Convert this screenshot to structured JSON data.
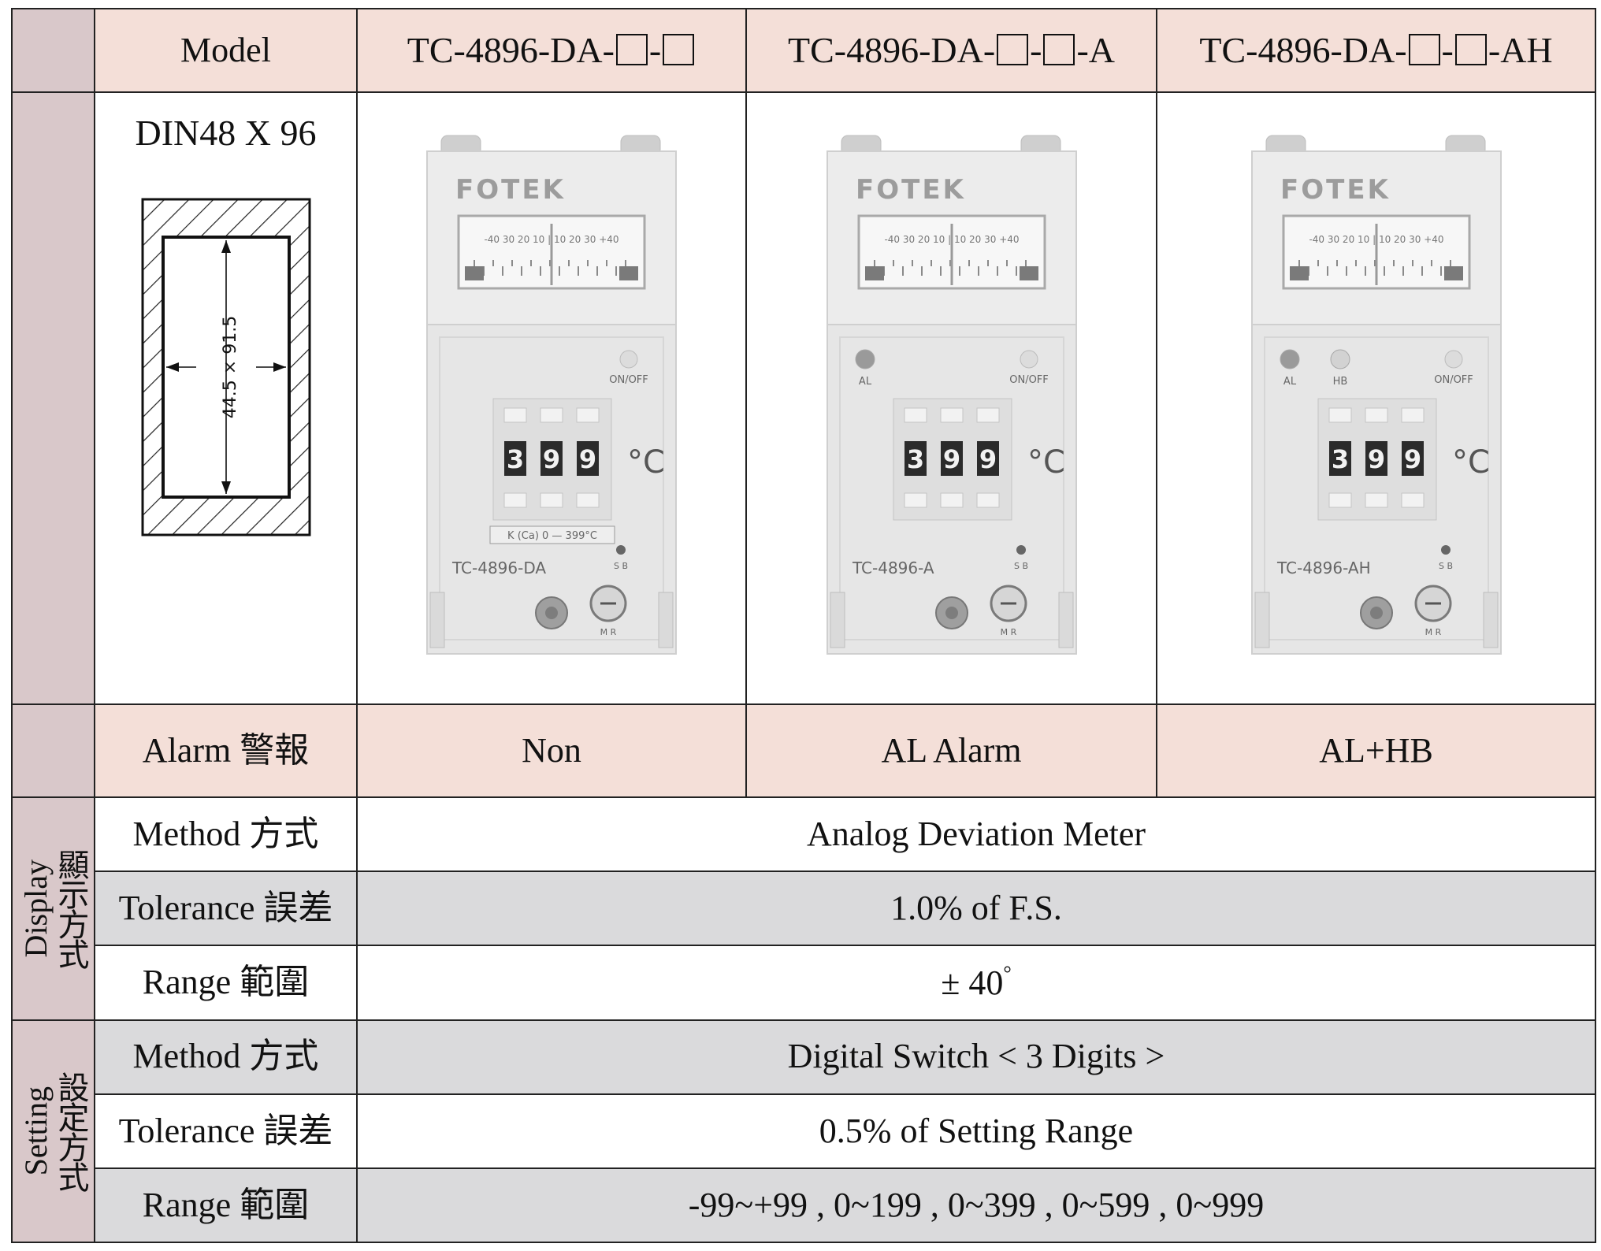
{
  "table": {
    "header": {
      "model_label": "Model",
      "models": [
        {
          "prefix": "TC-4896-DA-",
          "sep": "-",
          "suffix": ""
        },
        {
          "prefix": "TC-4896-DA-",
          "sep": "-",
          "suffix": "-A"
        },
        {
          "prefix": "TC-4896-DA-",
          "sep": "-",
          "suffix": "-AH"
        }
      ]
    },
    "din": {
      "title": "DIN48 X 96",
      "cutout_label": "44.5 × 91.5"
    },
    "products": [
      {
        "brand": "FOTEK",
        "model_print": "TC-4896-DA",
        "digits": [
          "3",
          "9",
          "9"
        ],
        "unit": "°C",
        "range_label": "K (Ca) 0 — 399°C",
        "onoff": "ON/OFF",
        "lamps": [],
        "sb": "S B",
        "mr": "M R"
      },
      {
        "brand": "FOTEK",
        "model_print": "TC-4896-A",
        "digits": [
          "3",
          "9",
          "9"
        ],
        "unit": "°C",
        "range_label": "",
        "onoff": "ON/OFF",
        "lamps": [
          "AL"
        ],
        "sb": "S B",
        "mr": "M R"
      },
      {
        "brand": "FOTEK",
        "model_print": "TC-4896-AH",
        "digits": [
          "3",
          "9",
          "9"
        ],
        "unit": "°C",
        "range_label": "",
        "onoff": "ON/OFF",
        "lamps": [
          "AL",
          "HB"
        ],
        "sb": "S B",
        "mr": "M R"
      }
    ],
    "meter_scale": "-40 30 20 10 | 10 20 30 +40",
    "alarm": {
      "label": "Alarm 警報",
      "values": [
        "Non",
        "AL Alarm",
        "AL+HB"
      ]
    },
    "display": {
      "group_en": "Display",
      "group_zh": "顯示方式",
      "rows": [
        {
          "label": "Method 方式",
          "value": "Analog Deviation Meter"
        },
        {
          "label": "Tolerance 誤差",
          "value": "1.0% of F.S."
        },
        {
          "label": "Range 範圍",
          "value": "± 40",
          "sup": "°"
        }
      ]
    },
    "setting": {
      "group_en": "Setting",
      "group_zh": "設定方式",
      "rows": [
        {
          "label": "Method 方式",
          "value": "Digital Switch < 3 Digits >"
        },
        {
          "label": "Tolerance 誤差",
          "value": "0.5% of Setting Range"
        },
        {
          "label": "Range 範圍",
          "value": "-99~+99 , 0~199 , 0~399 , 0~599 , 0~999"
        }
      ]
    }
  }
}
